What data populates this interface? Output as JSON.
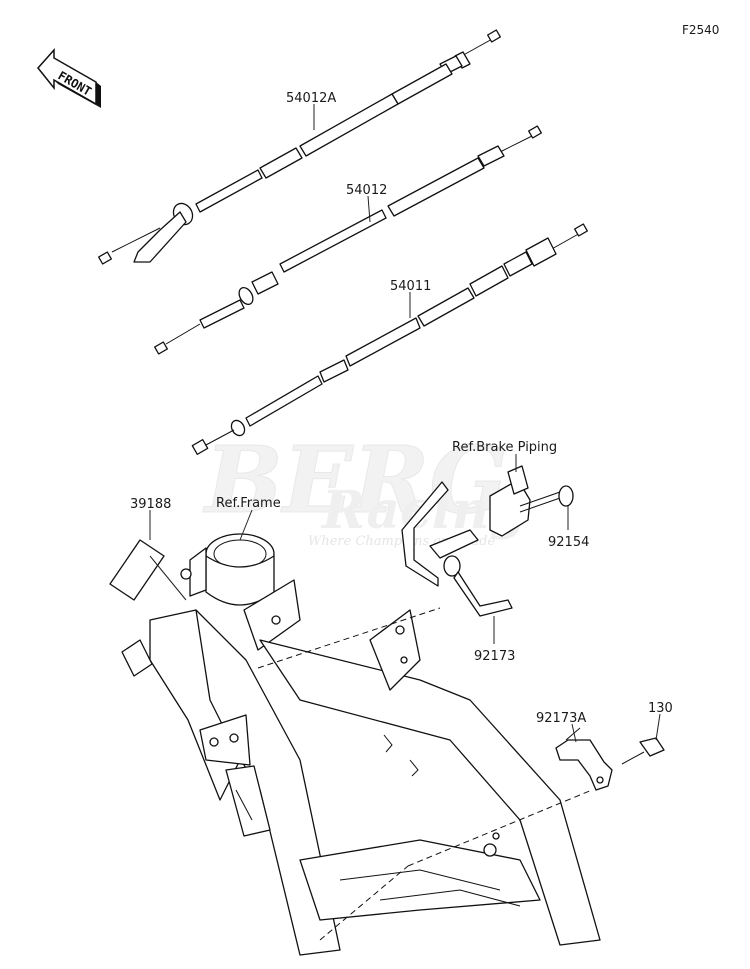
{
  "diagram": {
    "code": "F2540",
    "front_label": "FRONT",
    "watermark": {
      "brand": "BERG",
      "sub": "Racing",
      "tagline": "Where Champions are made"
    },
    "parts": [
      {
        "number": "54012A"
      },
      {
        "number": "54012"
      },
      {
        "number": "54011"
      },
      {
        "number": "39188"
      },
      {
        "number": "92154"
      },
      {
        "number": "92173"
      },
      {
        "number": "92173A"
      },
      {
        "number": "130"
      }
    ],
    "references": [
      {
        "text": "Ref.Frame"
      },
      {
        "text": "Ref.Brake Piping"
      }
    ]
  }
}
